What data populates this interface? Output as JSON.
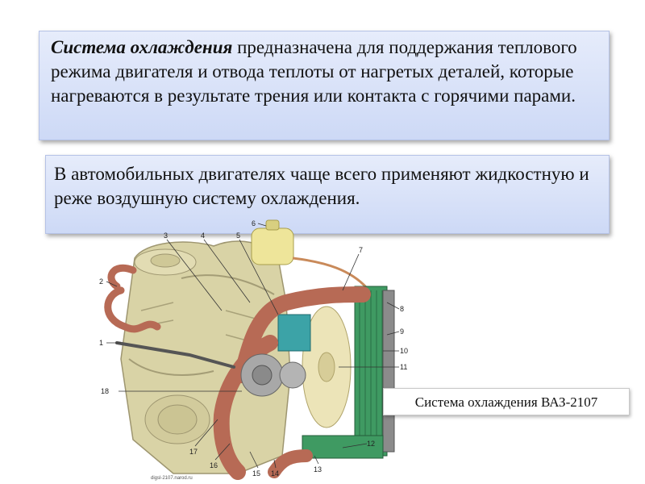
{
  "definition": {
    "term": "Система охлаждения",
    "text": " предназначена для поддержания теплового режима двигателя и   отвода теплоты от нагретых деталей, которые нагреваются в результате трения или контакта с горячими парами."
  },
  "note": {
    "text": "В автомобильных двигателях чаще всего применяют жидкостную и реже воздушную систему охлаждения."
  },
  "illustration": {
    "callouts": [
      "1",
      "2",
      "3",
      "4",
      "5",
      "6",
      "7",
      "8",
      "9",
      "10",
      "11",
      "12",
      "13",
      "14",
      "15",
      "16",
      "17",
      "18"
    ],
    "credit": "digsl-2107.narod.ru"
  },
  "caption": "Система охлаждения ВАЗ-2107",
  "colors": {
    "box_top": "#e6ecfb",
    "box_bottom": "#cdd9f6",
    "engine": "#d9d3a6",
    "hose": "#b76a55",
    "radiator": "#3f9a62",
    "tank": "#eee59a"
  }
}
